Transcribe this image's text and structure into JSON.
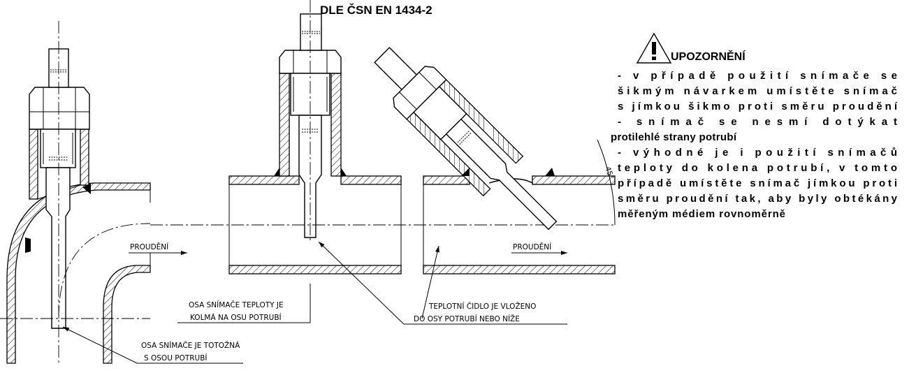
{
  "title": "DLE ČSN EN 1434-2",
  "warning": {
    "heading": "UPOZORNĚNÍ",
    "icon": "warning-triangle-icon",
    "lines": [
      "-        v případě  použití  snímače  se",
      "šikmým  návarkem  umístěte  snímač",
      "s jímkou šikmo proti směru proudění",
      "-          snímač       se       nesmí       dotýkat",
      "protilehlé strany potrubí",
      "-          výhodné  je  i  použití  snímačů",
      "teploty  do  kolena  potrubí,  v tomto",
      "případě  umístěte snímač jímkou proti",
      "směru proudění tak, aby byly obtékány",
      "měřeným médiem rovnoměrně"
    ]
  },
  "labels": {
    "flow_left": "PROUDĚNÍ",
    "flow_right": "PROUDĚNÍ",
    "angle": "45°",
    "note_elbow_1": "OSA SNÍMAČE JE TOTOŽNÁ",
    "note_elbow_2": "S OSOU POTRUBÍ",
    "note_perp_1": "OSA SNÍMAČE TEPLOTY JE",
    "note_perp_2": "KOLMÁ NA OSU POTRUBÍ",
    "note_probe_1": "TEPLOTNÍ ČIDLO JE VLOŽENO",
    "note_probe_2": "DO OSY POTRUBÍ NEBO NÍŽE"
  }
}
